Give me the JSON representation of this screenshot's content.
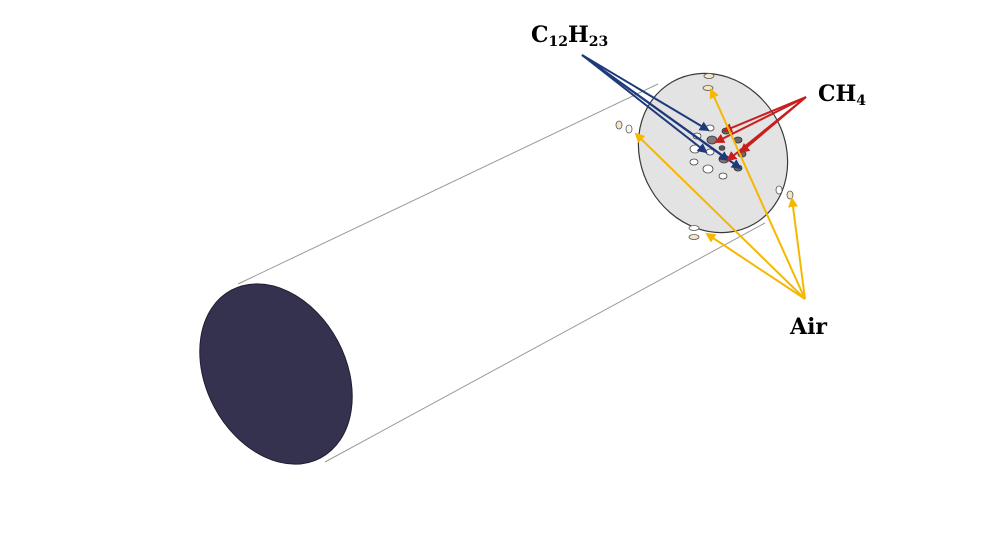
{
  "labels": {
    "fuel": {
      "base1": "C",
      "sub1": "12",
      "base2": "H",
      "sub2": "23"
    },
    "ch4": {
      "base": "CH",
      "sub": "4"
    },
    "air": {
      "text": "Air"
    }
  },
  "colors": {
    "fuel_arrow": "#1f3a7a",
    "ch4_arrow": "#c81e1e",
    "air_arrow": "#f5b800",
    "outlet_face": "#35324f",
    "cylinder_body": "#ffffff",
    "inlet_face": "#e3e3e3",
    "outline": "#3a3a3a"
  }
}
